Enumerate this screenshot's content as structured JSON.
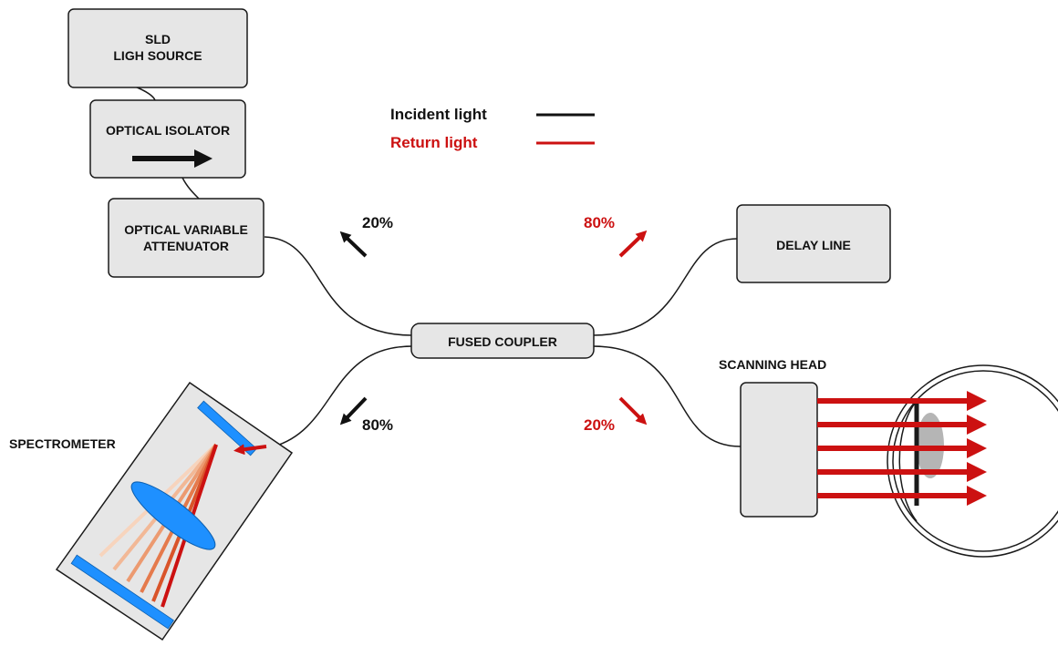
{
  "colors": {
    "incident": "#111111",
    "return": "#cc1111",
    "box_fill": "#e6e6e6",
    "grating": "#1e90ff",
    "lens": "#1e90ff"
  },
  "boxes": {
    "sld": {
      "line1": "SLD",
      "line2": "LIGH SOURCE"
    },
    "isolator": "OPTICAL ISOLATOR",
    "attenuator": {
      "line1": "OPTICAL VARIABLE",
      "line2": "ATTENUATOR"
    },
    "coupler": "FUSED COUPLER",
    "delay": "DELAY LINE"
  },
  "labels": {
    "scanning_head": "SCANNING HEAD",
    "spectrometer": "SPECTROMETER"
  },
  "legend": {
    "incident": "Incident light",
    "return": "Return light"
  },
  "percentages": {
    "upper_left": "20%",
    "upper_right": "80%",
    "lower_left": "80%",
    "lower_right": "20%"
  }
}
